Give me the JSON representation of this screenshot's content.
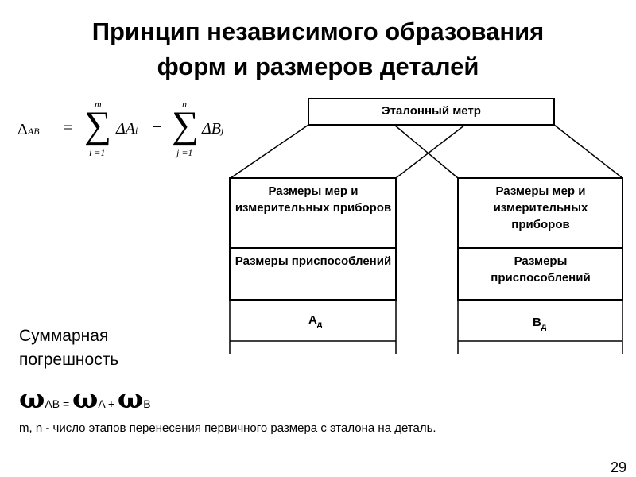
{
  "title": {
    "line1": "Принцип независимого образования",
    "line2": "форм и размеров деталей"
  },
  "formula": {
    "lhs": "Δ",
    "lhs_sub": "AB",
    "equals": "=",
    "sum1_upper": "m",
    "sum1_lower": "i =1",
    "term1": "ΔA",
    "term1_sub": "i",
    "minus": "−",
    "sum2_upper": "n",
    "sum2_lower": "j =1",
    "term2": "ΔB",
    "term2_sub": "j"
  },
  "diagram": {
    "top_box": "Эталонный метр",
    "left_box_1": "Размеры мер и измерительных приборов",
    "left_box_2": "Размеры приспособлений",
    "left_bottom_main": "А",
    "left_bottom_sub": "д",
    "right_box_1": "Размеры мер и измерительных приборов",
    "right_box_2": "Размеры приспособлений",
    "right_bottom_main": "В",
    "right_bottom_sub": "д"
  },
  "summary": {
    "line1": "Суммарная",
    "line2": "погрешность"
  },
  "omega_formula": {
    "omega1": "ω",
    "sub1": "AB = ",
    "omega2": "ω",
    "sub2": "A + ",
    "omega3": "ω",
    "sub3": "B"
  },
  "note": "m, n - число этапов перенесения первичного размера с эталона на деталь.",
  "page_number": "29"
}
